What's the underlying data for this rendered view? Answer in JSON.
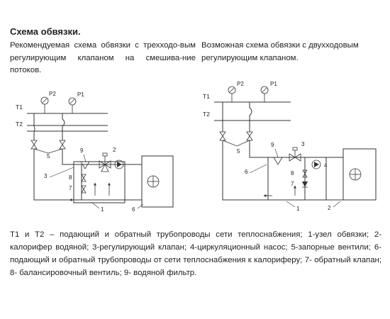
{
  "heading": "Схема обвязки.",
  "left_caption": "Рекомендуемая схема обвязки с трехходо-вым регулирующим клапаном на смешива-ние потоков.",
  "right_caption": "Возможная схема обвязки с двухходовым регулирующим клапаном.",
  "legend": "Т1 и Т2 – подающий и обратный трубопроводы сети теплоснабжения; 1-узел обвязки; 2-калорифер водяной; 3-регулирующий клапан; 4-циркуляционный насос; 5-запорные вентили; 6-подающий и обратный трубопроводы от сети теплоснабжения к калориферу; 7- обратный клапан; 8- балансировочный вентиль; 9- водяной фильтр.",
  "diagram_left": {
    "pipe_labels": [
      "T1",
      "T2"
    ],
    "gauge_labels": [
      "P2",
      "P1"
    ],
    "callouts": [
      "1",
      "2",
      "3",
      "5",
      "6",
      "7",
      "8",
      "9"
    ]
  },
  "diagram_right": {
    "pipe_labels": [
      "T1",
      "T2"
    ],
    "gauge_labels": [
      "P2",
      "P1"
    ],
    "callouts": [
      "1",
      "2",
      "3",
      "4",
      "5",
      "6",
      "7",
      "8",
      "9"
    ]
  }
}
